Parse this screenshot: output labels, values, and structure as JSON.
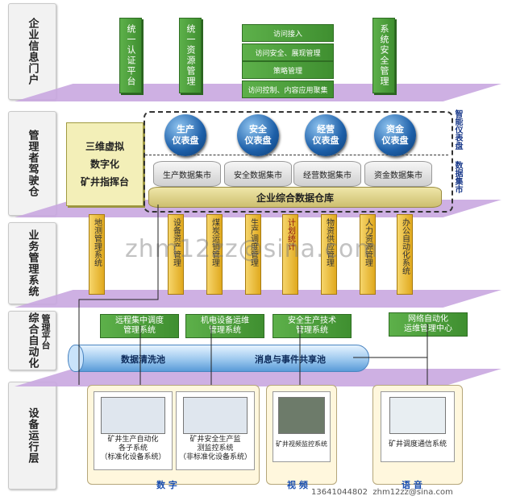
{
  "layers": [
    "企业信息门户",
    "管理者驾驶仓",
    "业务管理系统",
    "综合自动化",
    "设备运行层"
  ],
  "sub_layer_label": "管理平台",
  "portal": {
    "boxes": [
      "统一认证平台",
      "统一资源管理",
      "系统安全管理"
    ],
    "access_stack": [
      "访问接入",
      "访问安全、展现管理",
      "策略管理",
      "访问控制、内容应用聚集"
    ]
  },
  "cockpit": {
    "command_box": [
      "三维虚拟",
      "数字化",
      "矿井指挥台"
    ],
    "dashboards": [
      [
        "生产",
        "仪表盘"
      ],
      [
        "安全",
        "仪表盘"
      ],
      [
        "经营",
        "仪表盘"
      ],
      [
        "资金",
        "仪表盘"
      ]
    ],
    "data_marts": [
      "生产数据集市",
      "安全数据集市",
      "经营数据集市",
      "资金数据集市"
    ],
    "warehouse": "企业综合数据仓库",
    "side_labels": [
      "智能仪表盘",
      "数据集市"
    ]
  },
  "business_systems": [
    "地测管理系统",
    "设备资产管理",
    "煤炭运销管理",
    "生产调度管理",
    "计划统计",
    "物资供应管理",
    "人力资源管理",
    "办公自动化系统"
  ],
  "automation": {
    "systems": [
      [
        "远程集中调度",
        "管理系统"
      ],
      [
        "机电设备运维",
        "管理系统"
      ],
      [
        "安全生产技术",
        "管理系统"
      ],
      [
        "网络自动化",
        "运维管理中心"
      ]
    ],
    "pipe_labels": [
      "数据清洗池",
      "消息与事件共享池"
    ]
  },
  "equipment": {
    "digital_systems": [
      [
        "矿井生产自动化",
        "各子系统",
        "（标准化设备系统）"
      ],
      [
        "矿井安全生产监",
        "测监控系统",
        "（非标准化设备系统）"
      ]
    ],
    "video_system": "矿井视频监控系统",
    "comm_system": "矿井调度通信系统",
    "group_labels": [
      "数 字",
      "视 频",
      "语 音"
    ]
  },
  "watermark": "zhm12zz@sina.com",
  "footer": {
    "phone": "13641044802",
    "email": "zhm12zz@sina.com"
  },
  "colors": {
    "plane": "#c9a7e0",
    "green": "#4aa03a",
    "yellow": "#f0c040",
    "blue": "#1d5fa8"
  }
}
